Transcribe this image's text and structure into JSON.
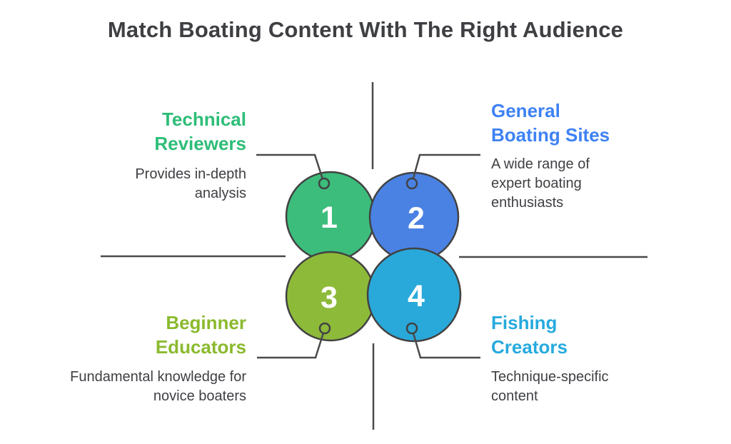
{
  "title": "Match Boating Content With The Right Audience",
  "colors": {
    "line": "#4a4a4a",
    "circle_outline": "#424242",
    "dark_text": "#3f4044",
    "number_text": "#ffffff"
  },
  "audiences": [
    {
      "number": "1",
      "name": "Technical Reviewers",
      "description": "Provides in-depth analysis",
      "accent_color": "#2ebd78",
      "circle_color": "#3cbd7c",
      "position": "top-left"
    },
    {
      "number": "2",
      "name": "General Boating Sites",
      "description": "A wide range of expert boating enthusiasts",
      "accent_color": "#3e82f4",
      "circle_color": "#4a82e4",
      "position": "top-right"
    },
    {
      "number": "3",
      "name": "Beginner Educators",
      "description": "Fundamental knowledge for novice boaters",
      "accent_color": "#8bba2e",
      "circle_color": "#8eba3a",
      "position": "bottom-left"
    },
    {
      "number": "4",
      "name": "Fishing Creators",
      "description": "Technique-specific content",
      "accent_color": "#27aade",
      "circle_color": "#29a9da",
      "position": "bottom-right"
    }
  ]
}
